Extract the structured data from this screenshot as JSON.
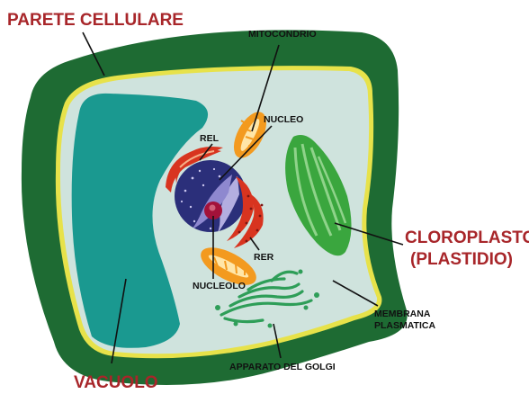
{
  "labels": {
    "cell_wall": "PARETE CELLULARE",
    "mitochondrion": "MITOCONDRIO",
    "nucleus": "NUCLEO",
    "smooth_er": "REL",
    "rough_er": "RER",
    "nucleolus": "NUCLEOLO",
    "chloroplast_line1": "CLOROPLASTO",
    "chloroplast_line2": "(PLASTIDIO)",
    "membrane_line1": "MEMBRANA",
    "membrane_line2": "PLASMATICA",
    "golgi": "APPARATO DEL GOLGI",
    "vacuole": "VACUOLO"
  },
  "colors": {
    "cell_wall": "#1e6b33",
    "membrane": "#e7e24a",
    "cytoplasm": "#cfe3dd",
    "vacuole": "#1a9990",
    "nucleus": "#2b2f7a",
    "nucleolus": "#a3123a",
    "mitochondrion": "#f39a1f",
    "er": "#d8341f",
    "chloroplast": "#3aa63e",
    "golgi": "#2e9e58",
    "label_accent": "#a8262a"
  }
}
